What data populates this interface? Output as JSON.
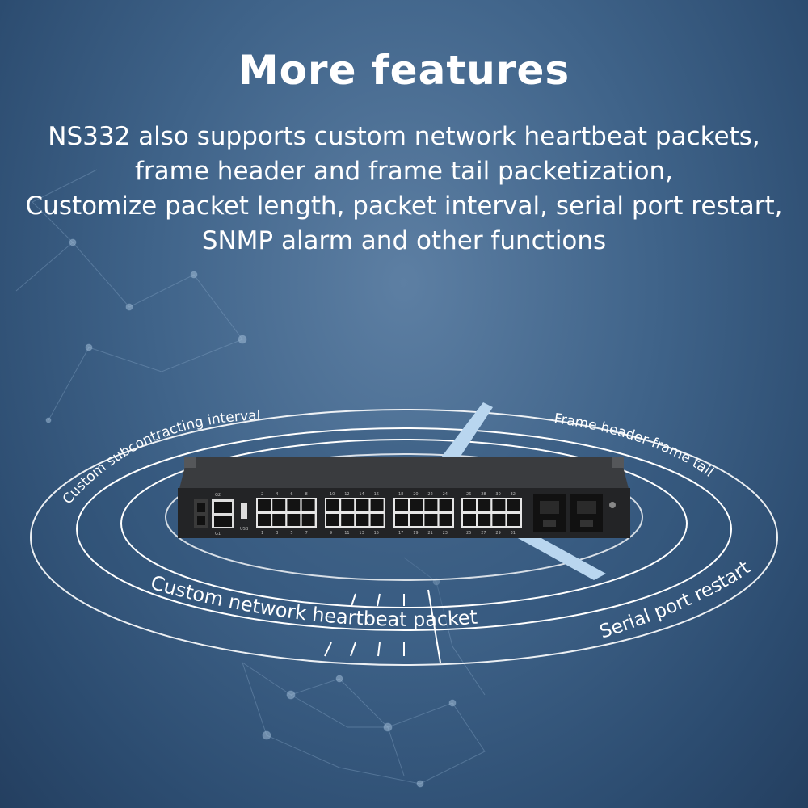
{
  "heading": "More features",
  "description": [
    "NS332 also supports custom network heartbeat packets,",
    "frame header and frame tail packetization,",
    "Customize packet length, packet interval, serial port restart,",
    "SNMP alarm and other functions"
  ],
  "ring_labels": {
    "top_left": "Custom subcontracting interval",
    "top_right": "Frame header frame tail",
    "bottom_left": "Custom network heartbeat packet",
    "bottom_right": "Serial port restart"
  },
  "device": {
    "port_labels_top": [
      "2",
      "4",
      "6",
      "8",
      "10",
      "12",
      "14",
      "16",
      "18",
      "20",
      "22",
      "24",
      "26",
      "28",
      "30",
      "32"
    ],
    "port_labels_bottom": [
      "1",
      "3",
      "5",
      "7",
      "9",
      "11",
      "13",
      "15",
      "17",
      "19",
      "21",
      "23",
      "25",
      "27",
      "29",
      "31"
    ],
    "usb_label": "USB",
    "g1_label": "G1",
    "g2_label": "G2"
  },
  "colors": {
    "background": "#3f6389",
    "ring": "#ffffff",
    "device": "#2a2b2d",
    "beam": "#b9d6ef"
  }
}
